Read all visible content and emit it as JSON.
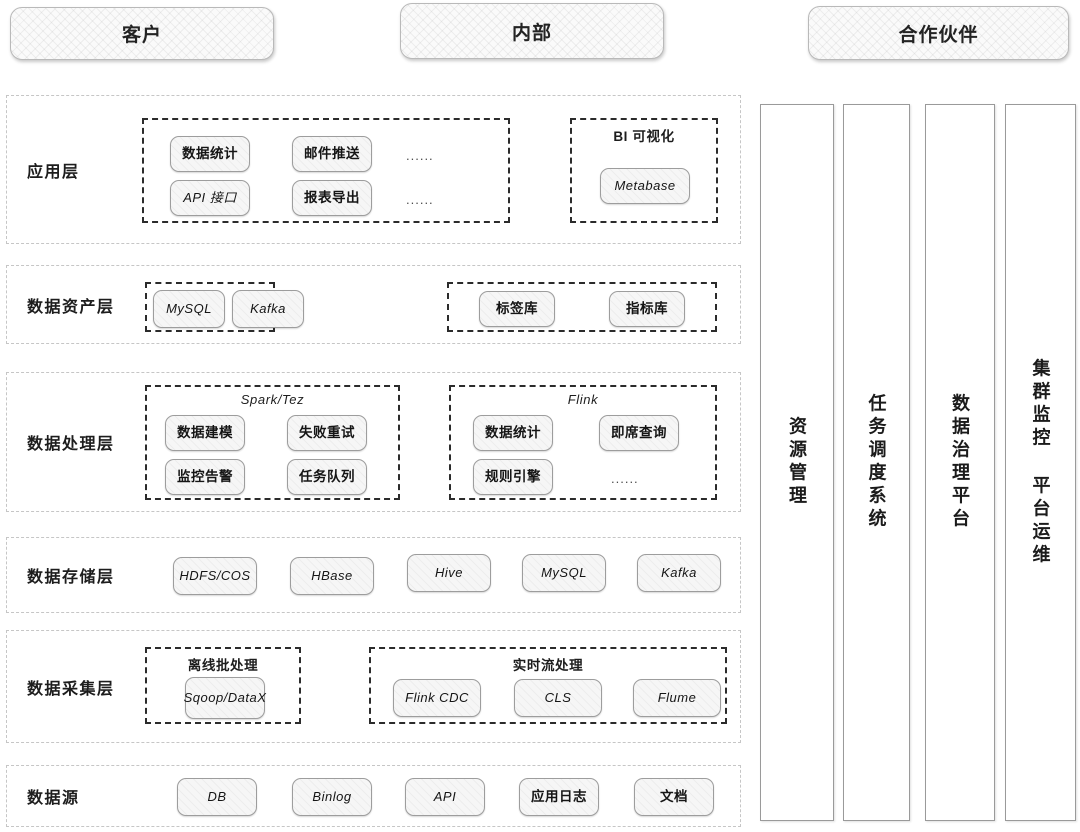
{
  "banners": [
    {
      "label": "客户"
    },
    {
      "label": "内部"
    },
    {
      "label": "合作伙伴"
    }
  ],
  "layers": [
    {
      "id": "application",
      "label": "应用层",
      "groups": [
        {
          "title": "",
          "nodes": [
            {
              "label": "数据统计",
              "script": "cjk"
            },
            {
              "label": "邮件推送",
              "script": "cjk"
            },
            {
              "label": "API 接口",
              "script": "latin"
            },
            {
              "label": "报表导出",
              "script": "cjk"
            }
          ],
          "ellipses": [
            "......",
            "......"
          ]
        },
        {
          "title": "BI 可视化",
          "nodes": [
            {
              "label": "Metabase",
              "script": "latin"
            }
          ],
          "ellipses": []
        }
      ]
    },
    {
      "id": "data-asset",
      "label": "数据资产层",
      "groups": [
        {
          "title": "",
          "nodes": [
            {
              "label": "MySQL",
              "script": "latin"
            },
            {
              "label": "Kafka",
              "script": "latin"
            }
          ],
          "ellipses": []
        },
        {
          "title": "",
          "nodes": [
            {
              "label": "标签库",
              "script": "cjk"
            },
            {
              "label": "指标库",
              "script": "cjk"
            }
          ],
          "ellipses": []
        }
      ]
    },
    {
      "id": "data-processing",
      "label": "数据处理层",
      "groups": [
        {
          "title": "Spark/Tez",
          "nodes": [
            {
              "label": "数据建模",
              "script": "cjk"
            },
            {
              "label": "失败重试",
              "script": "cjk"
            },
            {
              "label": "监控告警",
              "script": "cjk"
            },
            {
              "label": "任务队列",
              "script": "cjk"
            }
          ],
          "ellipses": []
        },
        {
          "title": "Flink",
          "nodes": [
            {
              "label": "数据统计",
              "script": "cjk"
            },
            {
              "label": "即席查询",
              "script": "cjk"
            },
            {
              "label": "规则引擎",
              "script": "cjk"
            }
          ],
          "ellipses": [
            "......"
          ]
        }
      ]
    },
    {
      "id": "data-storage",
      "label": "数据存储层",
      "nodes": [
        {
          "label": "HDFS/COS",
          "script": "latin"
        },
        {
          "label": "HBase",
          "script": "latin"
        },
        {
          "label": "Hive",
          "script": "latin"
        },
        {
          "label": "MySQL",
          "script": "latin"
        },
        {
          "label": "Kafka",
          "script": "latin"
        }
      ]
    },
    {
      "id": "data-collection",
      "label": "数据采集层",
      "groups": [
        {
          "title": "离线批处理",
          "nodes": [
            {
              "label": "Sqoop/DataX",
              "script": "latin"
            }
          ],
          "ellipses": []
        },
        {
          "title": "实时流处理",
          "nodes": [
            {
              "label": "Flink CDC",
              "script": "latin"
            },
            {
              "label": "CLS",
              "script": "latin"
            },
            {
              "label": "Flume",
              "script": "latin"
            }
          ],
          "ellipses": []
        }
      ]
    },
    {
      "id": "data-source",
      "label": "数据源",
      "nodes": [
        {
          "label": "DB",
          "script": "latin"
        },
        {
          "label": "Binlog",
          "script": "latin"
        },
        {
          "label": "API",
          "script": "latin"
        },
        {
          "label": "应用日志",
          "script": "cjk"
        },
        {
          "label": "文档",
          "script": "cjk"
        }
      ]
    }
  ],
  "pillars": [
    {
      "label": "资源管理"
    },
    {
      "label": "任务调度系统"
    },
    {
      "label": "数据治理平台"
    },
    {
      "label": "集群监控 平台运维"
    }
  ],
  "colors": {
    "node_fill": "#f6f6f6",
    "node_border": "#9d9d9d",
    "group_border": "#2b2b2b",
    "layer_border": "#c6c6c6",
    "pillar_border": "#9a9a9a",
    "text": "#1a1a1a",
    "background": "#ffffff"
  }
}
